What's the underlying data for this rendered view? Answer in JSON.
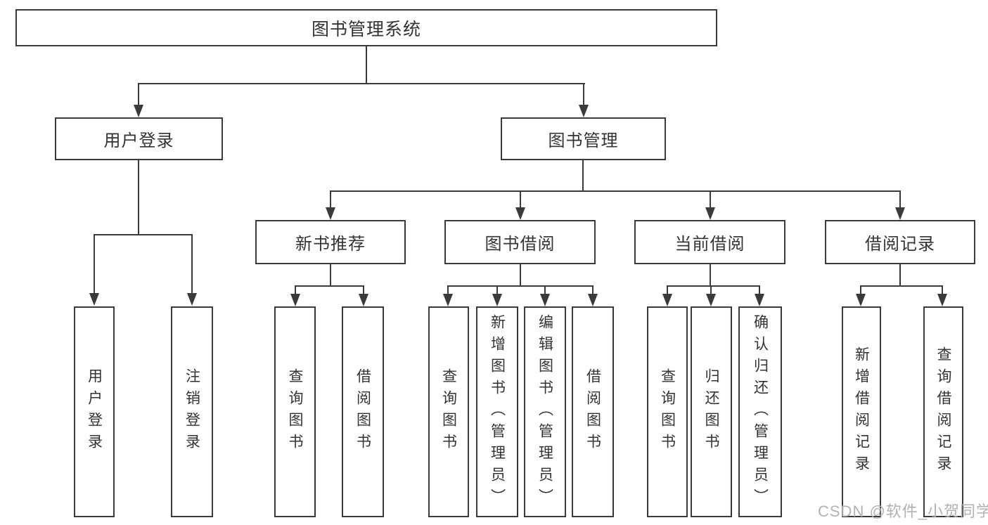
{
  "tree": {
    "root": {
      "label": "图书管理系统"
    },
    "branches": [
      {
        "label": "用户登录",
        "children": [
          {
            "label": "用户登录"
          },
          {
            "label": "注销登录"
          }
        ]
      },
      {
        "label": "图书管理",
        "children": [
          {
            "label": "新书推荐",
            "children": [
              {
                "label": "查询图书"
              },
              {
                "label": "借阅图书"
              }
            ]
          },
          {
            "label": "图书借阅",
            "children": [
              {
                "label": "查询图书"
              },
              {
                "label": "新增图书（管理员）"
              },
              {
                "label": "编辑图书（管理员）"
              },
              {
                "label": "借阅图书"
              }
            ]
          },
          {
            "label": "当前借阅",
            "children": [
              {
                "label": "查询图书"
              },
              {
                "label": "归还图书"
              },
              {
                "label": "确认归还（管理员）"
              }
            ]
          },
          {
            "label": "借阅记录",
            "children": [
              {
                "label": "新增借阅记录"
              },
              {
                "label": "查询借阅记录"
              }
            ]
          }
        ]
      }
    ]
  },
  "watermark": {
    "text": "CSDN @软件_小贺同学"
  },
  "colors": {
    "line": "#3a3a3a",
    "box_border": "#3a3a3a",
    "text": "#333333",
    "background": "#ffffff",
    "watermark": "#b2b2b2"
  }
}
